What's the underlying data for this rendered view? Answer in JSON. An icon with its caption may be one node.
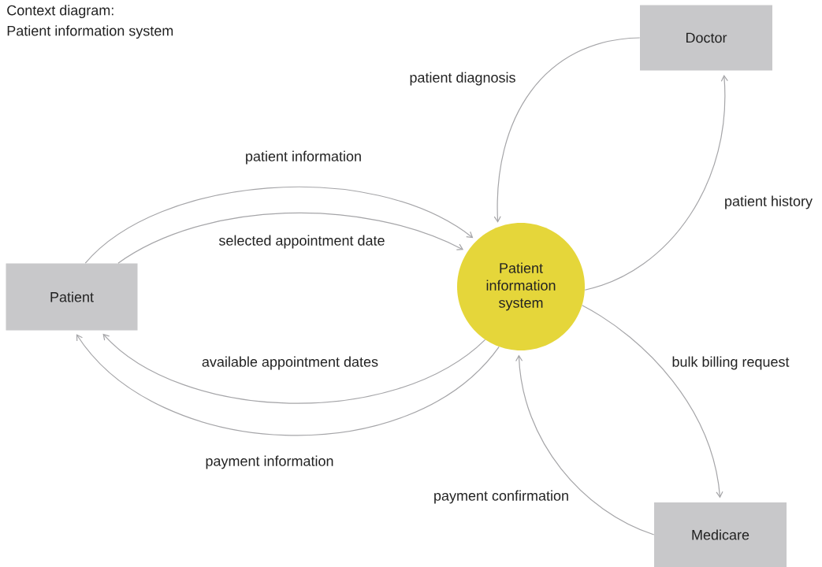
{
  "diagram": {
    "title": "Context diagram:",
    "nodes": [
      {
        "text": [
          "Patient"
        ]
      },
      {
        "text": [
          "Doctor"
        ]
      },
      {
        "text": [
          "Patient information system"
        ]
      },
      {
        "text": [
          "Medicare"
        ]
      }
    ],
    "edges": [
      {
        "from": 0,
        "to": 2,
        "arrow": "to",
        "label": "patient information"
      },
      {
        "from": 0,
        "to": 2,
        "arrow": "to",
        "label": "selected appointment date"
      },
      {
        "from": 2,
        "to": 0,
        "arrow": "to",
        "label": "available appointment dates"
      },
      {
        "from": 2,
        "to": 0,
        "arrow": "to",
        "label": "payment information"
      },
      {
        "from": 1,
        "to": 2,
        "arrow": "to",
        "label": "patient diagnosis"
      },
      {
        "from": 2,
        "to": 1,
        "arrow": "to",
        "label": "patient history"
      },
      {
        "from": 2,
        "to": 3,
        "arrow": "to",
        "label": "bulk billing request"
      },
      {
        "from": 3,
        "to": 2,
        "arrow": "to",
        "label": "payment confirmation"
      }
    ],
    "labels": [
      "Patient information system"
    ]
  }
}
